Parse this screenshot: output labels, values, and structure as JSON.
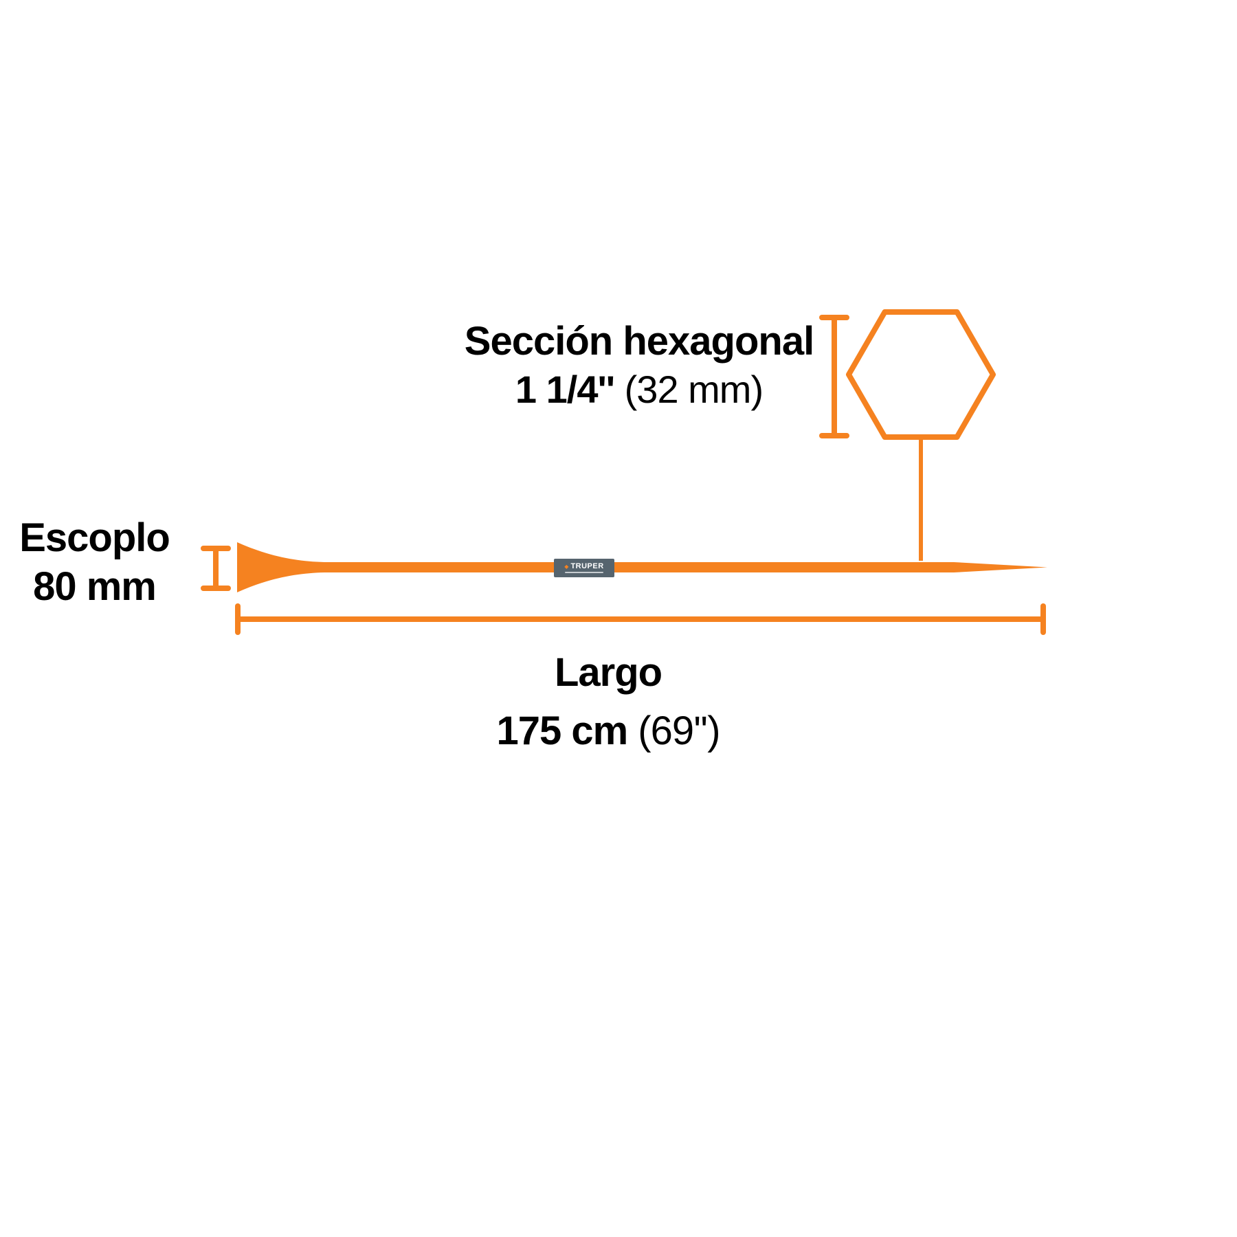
{
  "colors": {
    "accent": "#F58220",
    "text": "#000000",
    "badge_bg": "#56646e"
  },
  "hex_section": {
    "title": "Sección hexagonal",
    "size": "1 1/4''",
    "size_alt": " (32 mm)"
  },
  "chisel": {
    "title": "Escoplo",
    "size": "80 mm"
  },
  "length": {
    "title": "Largo",
    "size": "175 cm",
    "size_alt": " (69'')"
  },
  "brand": {
    "name": "TRUPER"
  }
}
